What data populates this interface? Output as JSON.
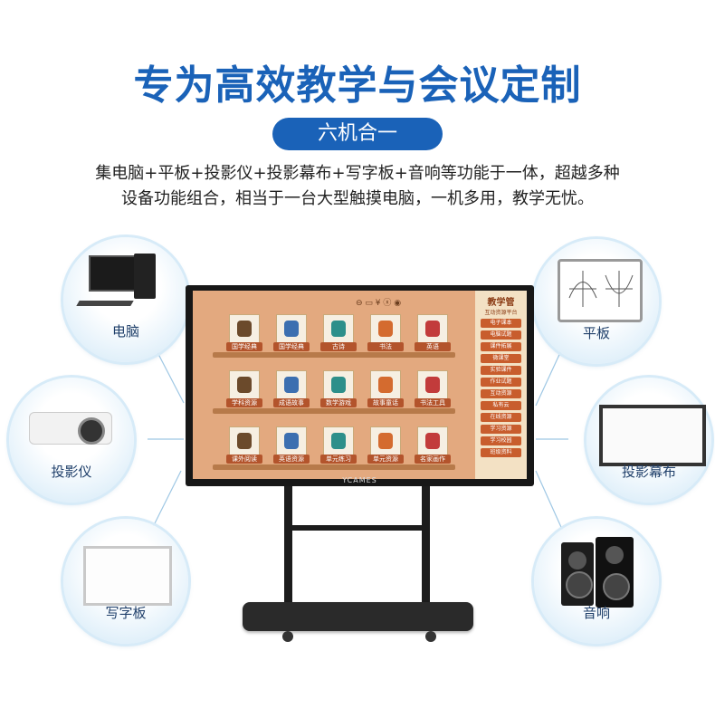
{
  "title": "专为高效教学与会议定制",
  "badge": "六机合一",
  "description": [
    "集电脑+平板+投影仪+投影幕布+写字板+音响等功能于一体，超越多种",
    "设备功能组合，相当于一台大型触摸电脑，一机多用，教学无忧。"
  ],
  "devices": {
    "computer": "电脑",
    "projector": "投影仪",
    "whiteboard": "写字板",
    "tablet": "平板",
    "screen": "投影幕布",
    "speaker": "音响"
  },
  "board": {
    "brand": "YCAMES",
    "menu_title": "教学管",
    "menu_subtitle": "互动资源平台",
    "menu_items": [
      "电子课本",
      "电脑试题",
      "课件拓展",
      "微课堂",
      "实验课件",
      "作业试题",
      "互动资源",
      "私有云",
      "在线资源",
      "学习资源",
      "学习校园",
      "班级资料"
    ],
    "shelves": [
      [
        "国学经典",
        "国学经典",
        "古诗",
        "书法",
        "英语"
      ],
      [
        "学科资源",
        "成语故事",
        "数学游戏",
        "故事童话",
        "书法工具"
      ],
      [
        "课外阅读",
        "英语资源",
        "单元练习",
        "单元资源",
        "名家画作"
      ]
    ]
  },
  "colors": {
    "title": "#1a62b8",
    "accent": "#1a62b8",
    "screen_bg": "#e3a97f"
  }
}
